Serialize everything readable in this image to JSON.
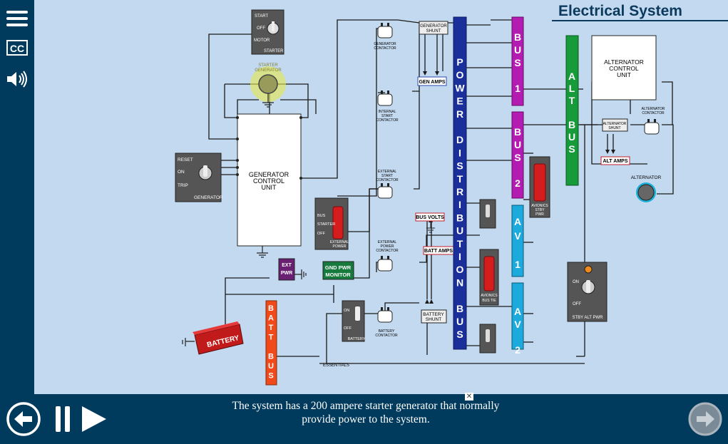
{
  "title": "Electrical System",
  "caption": "The system has a 200 ampere starter generator that normally provide power to the system.",
  "icons": {
    "menu": "menu-icon",
    "cc": "closed-caption-icon",
    "audio": "speaker-icon",
    "back": "back-arrow-icon",
    "pause": "pause-icon",
    "play": "play-icon",
    "next": "next-arrow-icon",
    "close": "close-icon"
  },
  "cc_label": "CC",
  "close_label": "✕",
  "labels": {
    "start_switch": [
      "START",
      "OFF",
      "MOTOR",
      "STARTER"
    ],
    "starter_generator": [
      "STARTER",
      "GENERATOR"
    ],
    "gcu": [
      "GENERATOR",
      "CONTROL",
      "UNIT"
    ],
    "gen_switch": [
      "RESET",
      "ON",
      "TRIP",
      "GENERATOR"
    ],
    "gen_contactor": [
      "GENERATOR",
      "CONTACTOR"
    ],
    "internal_start": [
      "INTERNAL",
      "START",
      "CONTACTOR"
    ],
    "external_start": [
      "EXTERNAL",
      "START",
      "CONTACTOR"
    ],
    "external_power_contactor": [
      "EXTERNAL",
      "POWER",
      "CONTACTOR"
    ],
    "gen_shunt": [
      "GENERATOR",
      "SHUNT"
    ],
    "gen_amps": "GEN AMPS",
    "bus_volts": "BUS VOLTS",
    "batt_amps": "BATT AMPS",
    "battery_shunt": [
      "BATTERY",
      "SHUNT"
    ],
    "ext_power_switch": [
      "BUS",
      "STARTER",
      "OFF",
      "EXTERNAL",
      "POWER"
    ],
    "ext_pwr": [
      "EXT",
      "PWR"
    ],
    "gnd_pwr": [
      "GND PWR",
      "MONITOR"
    ],
    "battery_switch": [
      "ON",
      "OFF",
      "BATTERY"
    ],
    "battery_contactor": [
      "BATTERY",
      "CONTACTOR"
    ],
    "battery": "BATTERY",
    "batt_bus": [
      "B",
      "A",
      "T",
      "T",
      "",
      "B",
      "U",
      "S"
    ],
    "essentials": "ESSENTIALS",
    "power_bus": [
      "P",
      "O",
      "W",
      "E",
      "R",
      "",
      "D",
      "I",
      "S",
      "T",
      "R",
      "I",
      "B",
      "U",
      "T",
      "I",
      "O",
      "N",
      "",
      "B",
      "U",
      "S"
    ],
    "bus1": [
      "B",
      "U",
      "S",
      "",
      "1"
    ],
    "bus2": [
      "B",
      "U",
      "S",
      "",
      "2"
    ],
    "av1": [
      "A",
      "V",
      "",
      "1"
    ],
    "av2": [
      "A",
      "V",
      "",
      "2"
    ],
    "alt_bus": [
      "A",
      "L",
      "T",
      "",
      "B",
      "U",
      "S"
    ],
    "avionics_stby": [
      "AVIONICS",
      "STBY",
      "PWR"
    ],
    "avionics_tie": [
      "AVIONICS",
      "BUS TIE"
    ],
    "acu": [
      "ALTERNATOR",
      "CONTROL",
      "UNIT"
    ],
    "alt_shunt": [
      "ALTERNATOR",
      "SHUNT"
    ],
    "alt_contactor": [
      "ALTERNATOR",
      "CONTACTOR"
    ],
    "alt_amps": "ALT AMPS",
    "alternator": "ALTERNATOR",
    "stby_alt": [
      "ON",
      "OFF",
      "STBY ALT PWR"
    ]
  },
  "colors": {
    "stage": "#c3d9ef",
    "power_bus": "#1a2f9a",
    "bus": "#b41bb0",
    "av": "#1ca9dc",
    "alt_bus": "#179a3a",
    "batt_bus": "#f0491a",
    "gnd_pwr": "#157a3c",
    "ext_pwr": "#6a1f73",
    "highlight": "#e6e84a"
  }
}
